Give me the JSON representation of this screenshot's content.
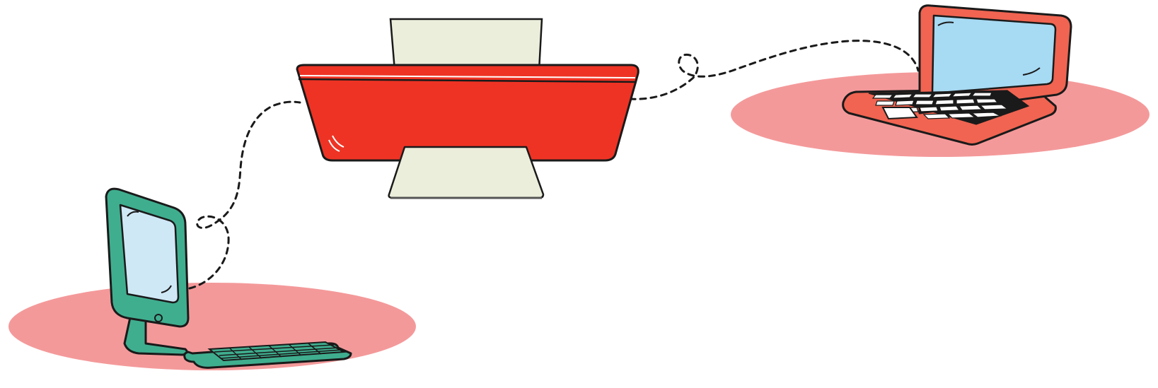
{
  "scene": {
    "background": "#ffffff",
    "devices": [
      {
        "id": "desktop-computer",
        "icon": "desktop-monitor-icon",
        "body_color": "#3fae8f",
        "screen_color": "#cfe8f6"
      },
      {
        "id": "printer",
        "icon": "printer-icon",
        "body_color": "#ee3324",
        "paper_color": "#eceedc"
      },
      {
        "id": "laptop",
        "icon": "laptop-icon",
        "body_color": "#f06451",
        "screen_color": "#a7daf3"
      }
    ],
    "connections": [
      {
        "from": "desktop-computer",
        "to": "printer",
        "style": "dashed"
      },
      {
        "from": "printer",
        "to": "laptop",
        "style": "dashed"
      }
    ],
    "floor_ellipse_color": "#f4999a",
    "outline_color": "#1a1a1a"
  }
}
